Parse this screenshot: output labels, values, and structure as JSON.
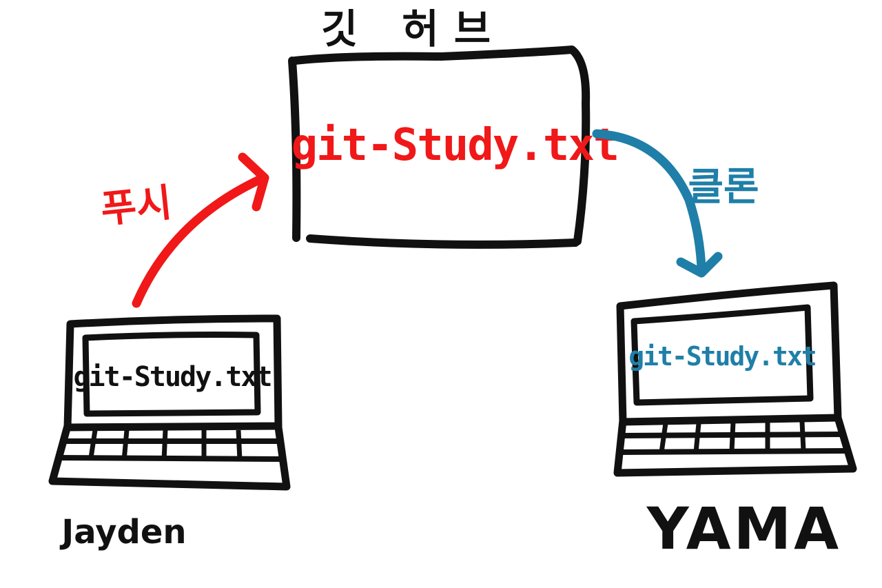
{
  "server": {
    "title": "깃 허브",
    "file": "git-Study.txt"
  },
  "push": {
    "label": "푸시"
  },
  "clone": {
    "label": "클론"
  },
  "laptop_left": {
    "file": "git-Study.txt",
    "owner": "Jayden"
  },
  "laptop_right": {
    "file": "git-Study.txt",
    "owner": "YAMA"
  },
  "colors": {
    "ink": "#111111",
    "push": "#f01818",
    "clone": "#1f7fa8"
  }
}
